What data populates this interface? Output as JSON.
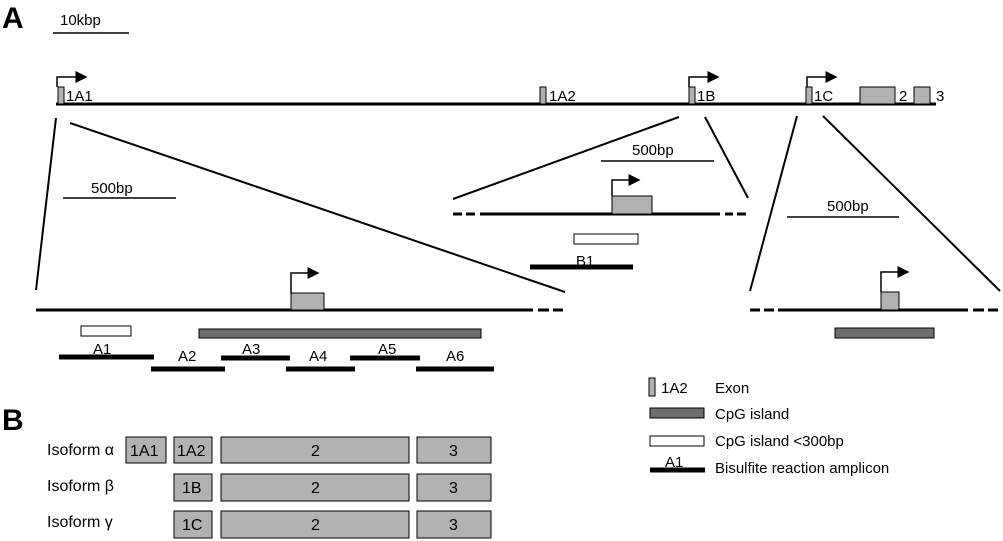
{
  "panels": {
    "a": "A",
    "b": "B"
  },
  "scale_bars": {
    "top": "10kbp",
    "a_detail": "500bp",
    "b_detail": "500bp",
    "c_detail": "500bp"
  },
  "gene_exons": {
    "e1a1": "1A1",
    "e1a2": "1A2",
    "e1b": "1B",
    "e1c": "1C",
    "e2": "2",
    "e3": "3"
  },
  "amplicons": {
    "a1": "A1",
    "a2": "A2",
    "a3": "A3",
    "a4": "A4",
    "a5": "A5",
    "a6": "A6",
    "b1": "B1"
  },
  "legend": {
    "exon_sample": "1A2",
    "exon": "Exon",
    "cpg": "CpG island",
    "cpg_small": "CpG island <300bp",
    "amplicon_sample": "A1",
    "amplicon": "Bisulfite reaction amplicon"
  },
  "isoforms": [
    {
      "name": "Isoform α",
      "first_exons": [
        "1A1",
        "1A2"
      ],
      "exon2": "2",
      "exon3": "3"
    },
    {
      "name": "Isoform β",
      "first_exons": [
        "1B"
      ],
      "exon2": "2",
      "exon3": "3"
    },
    {
      "name": "Isoform γ",
      "first_exons": [
        "1C"
      ],
      "exon2": "2",
      "exon3": "3"
    }
  ],
  "colors": {
    "exon_fill": "#b2b2b2",
    "cpg_fill": "#6e6e6e",
    "line": "#000000"
  }
}
